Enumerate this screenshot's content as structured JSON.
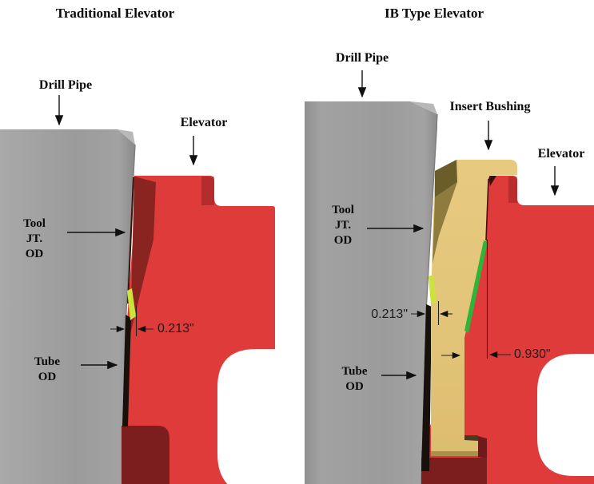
{
  "figure": {
    "left": {
      "title": "Traditional Elevator",
      "labels": {
        "drill_pipe": "Drill Pipe",
        "elevator": "Elevator",
        "tool_jt_od": [
          "Tool",
          "JT.",
          "OD"
        ],
        "tube_od": [
          "Tube",
          "OD"
        ]
      },
      "dimensions": {
        "standoff": "0.213\""
      }
    },
    "right": {
      "title": "IB Type Elevator",
      "labels": {
        "drill_pipe": "Drill Pipe",
        "insert_bushing": "Insert Bushing",
        "elevator": "Elevator",
        "tool_jt_od": [
          "Tool",
          "JT.",
          "OD"
        ],
        "tube_od": [
          "Tube",
          "OD"
        ]
      },
      "dimensions": {
        "standoff": "0.213\"",
        "bushing_offset": "0.930\""
      }
    },
    "colors": {
      "elevator_red": "#e03b3b",
      "elevator_dark_red": "#7c1e1e",
      "pipe_gray": "#9c9c9c",
      "bushing_tan": "#e4c67c",
      "bushing_olive": "#8d7c3e",
      "contact_green": "#2db53a",
      "contact_chartreuse": "#cde23a"
    }
  }
}
